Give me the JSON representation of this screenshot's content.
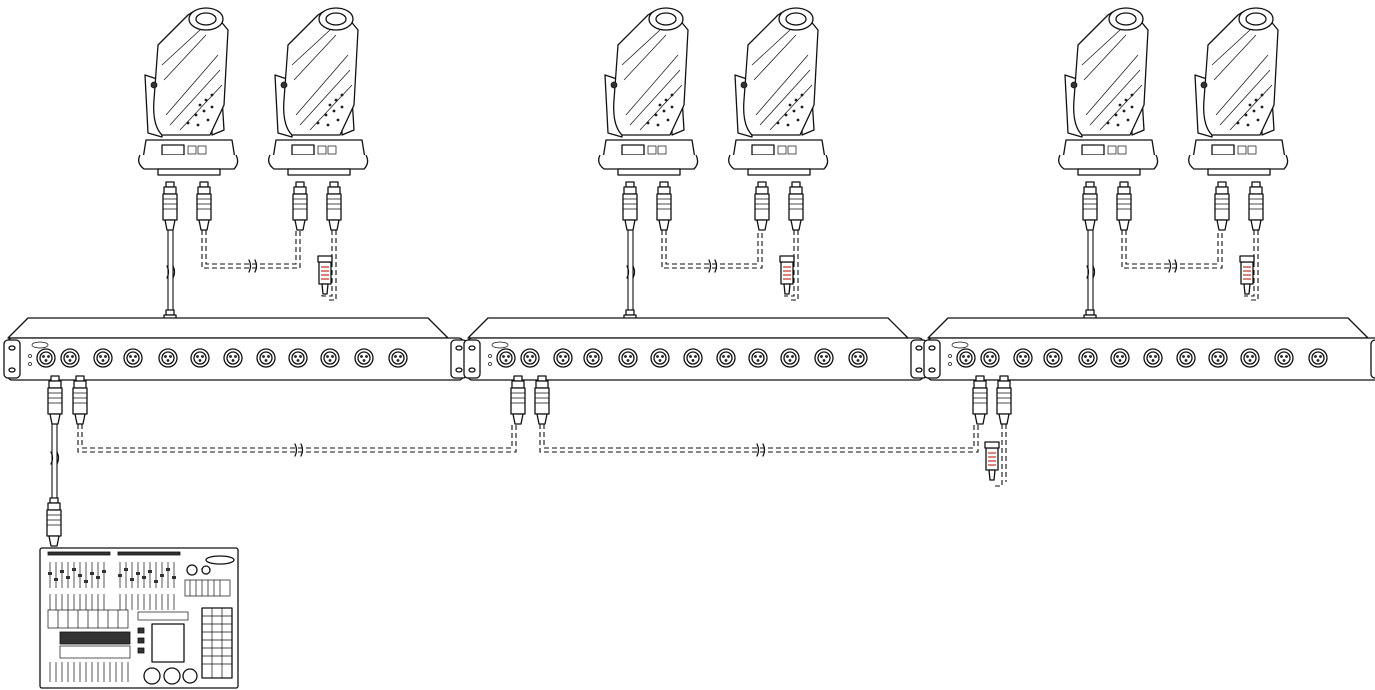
{
  "diagram": {
    "groups": [
      {
        "splitter_label": "",
        "fixture_count": 2
      },
      {
        "splitter_label": "",
        "fixture_count": 2
      },
      {
        "splitter_label": "",
        "fixture_count": 2
      }
    ],
    "icons": {
      "moving_head": "moving-head-fixture-icon",
      "splitter": "dmx-splitter-icon",
      "console": "lighting-console-icon",
      "xlr_male": "xlr-male-connector-icon",
      "xlr_female": "xlr-female-connector-icon",
      "terminator": "dmx-terminator-icon"
    },
    "colors": {
      "line": "#111111",
      "background": "#ffffff",
      "terminator_accent": "#c0392b"
    }
  }
}
